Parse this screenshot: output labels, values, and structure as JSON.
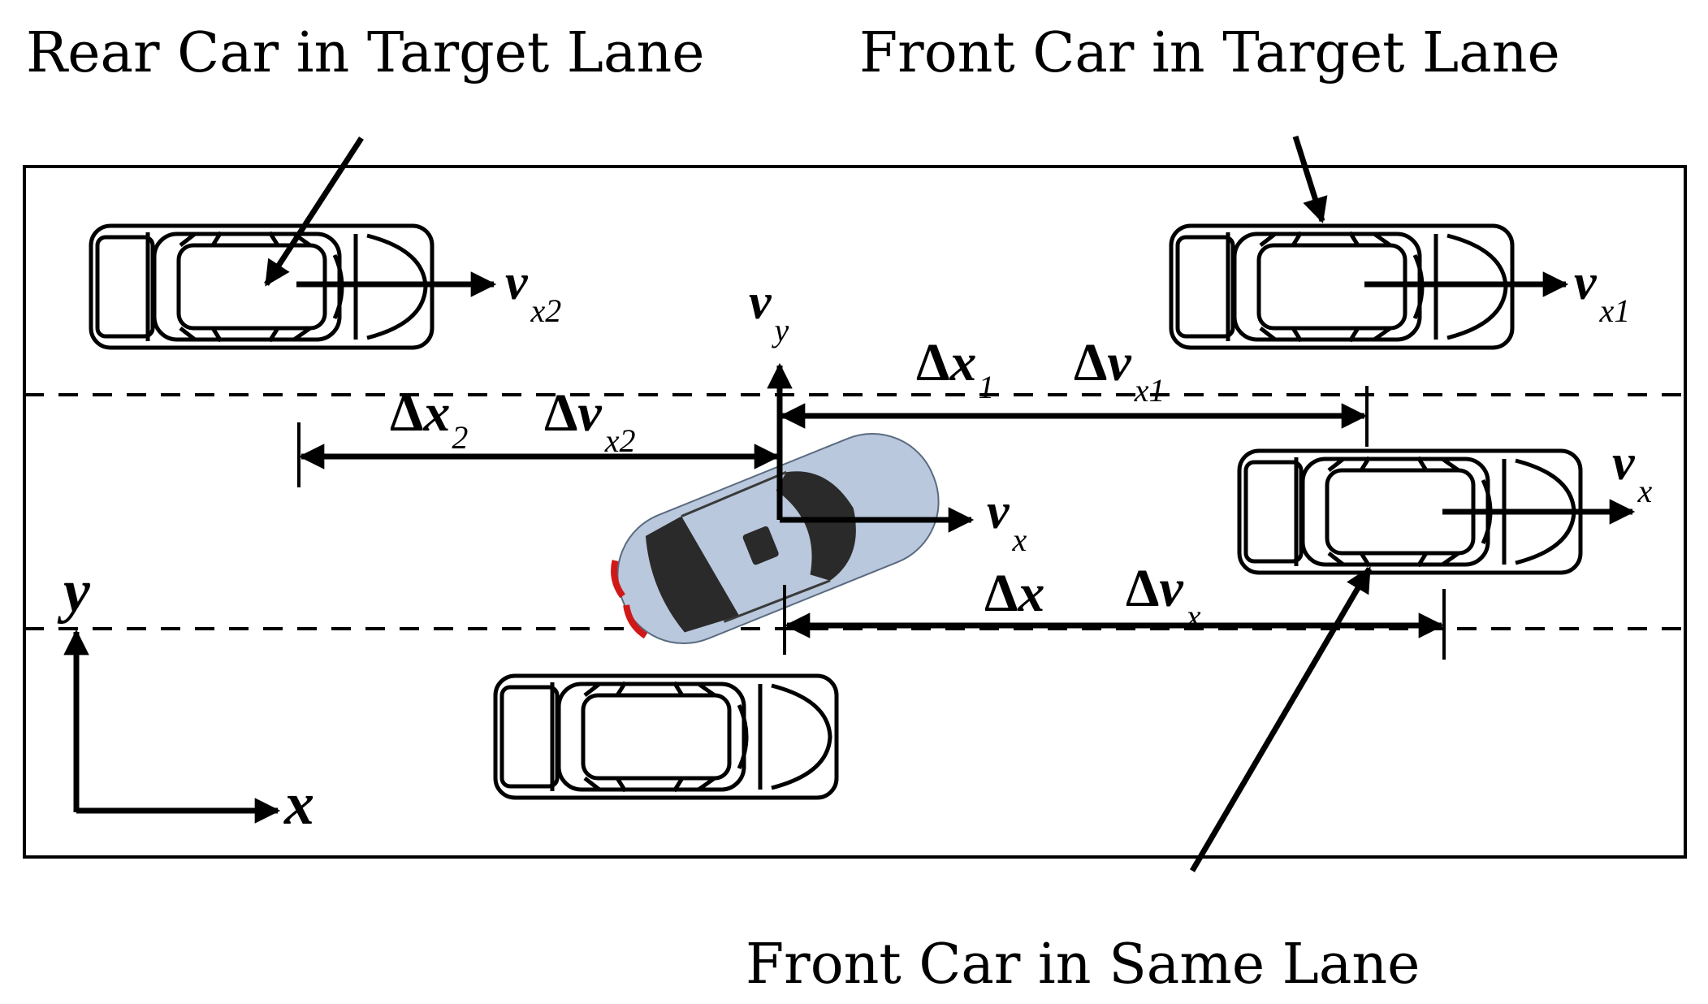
{
  "labels": {
    "rear_car_target": "Rear Car in Target Lane",
    "front_car_target": "Front Car in Target Lane",
    "front_car_same": "Front Car in Same Lane"
  },
  "symbols": {
    "v": "v",
    "x": "x",
    "y": "y",
    "delta": "Δ",
    "sub_x2": "x2",
    "sub_x1": "x1",
    "sub_x": "x",
    "sub_y": "y",
    "sub_1": "1",
    "sub_2": "2"
  },
  "colors": {
    "stroke": "#000000",
    "ego_car_body": "#b9c8dc",
    "ego_car_glass": "#2a2a2a",
    "ego_taillight": "#d01818",
    "background": "#ffffff"
  }
}
